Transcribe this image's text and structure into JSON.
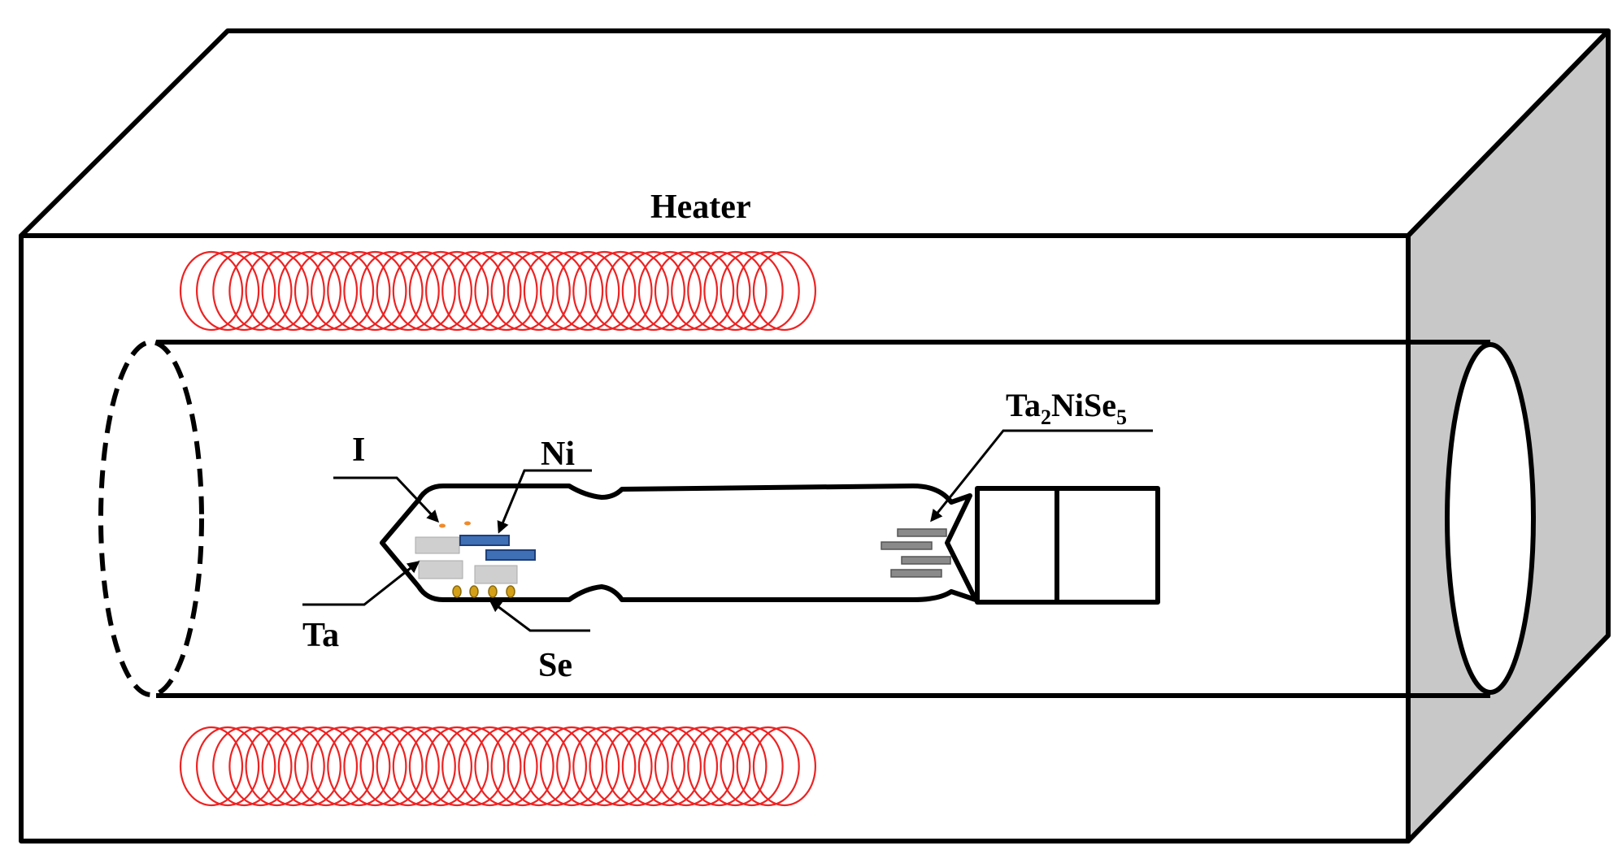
{
  "labels": {
    "heater": "Heater",
    "iodine": "I",
    "nickel": "Ni",
    "tantalum": "Ta",
    "selenium": "Se",
    "product": {
      "ta": "Ta",
      "sub1": "2",
      "nise": "NiSe",
      "sub2": "5"
    }
  },
  "colors": {
    "outline": "#000000",
    "heater_coil": "#ee2222",
    "furnace_side": "#c8c8c8",
    "nickel_pieces": "#3f6fb5",
    "tantalum_pieces": "#cfcfcf",
    "selenium_beads": "#d4a017",
    "iodine_dots": "#f08a2c",
    "crystals": "#8a8a8a"
  }
}
